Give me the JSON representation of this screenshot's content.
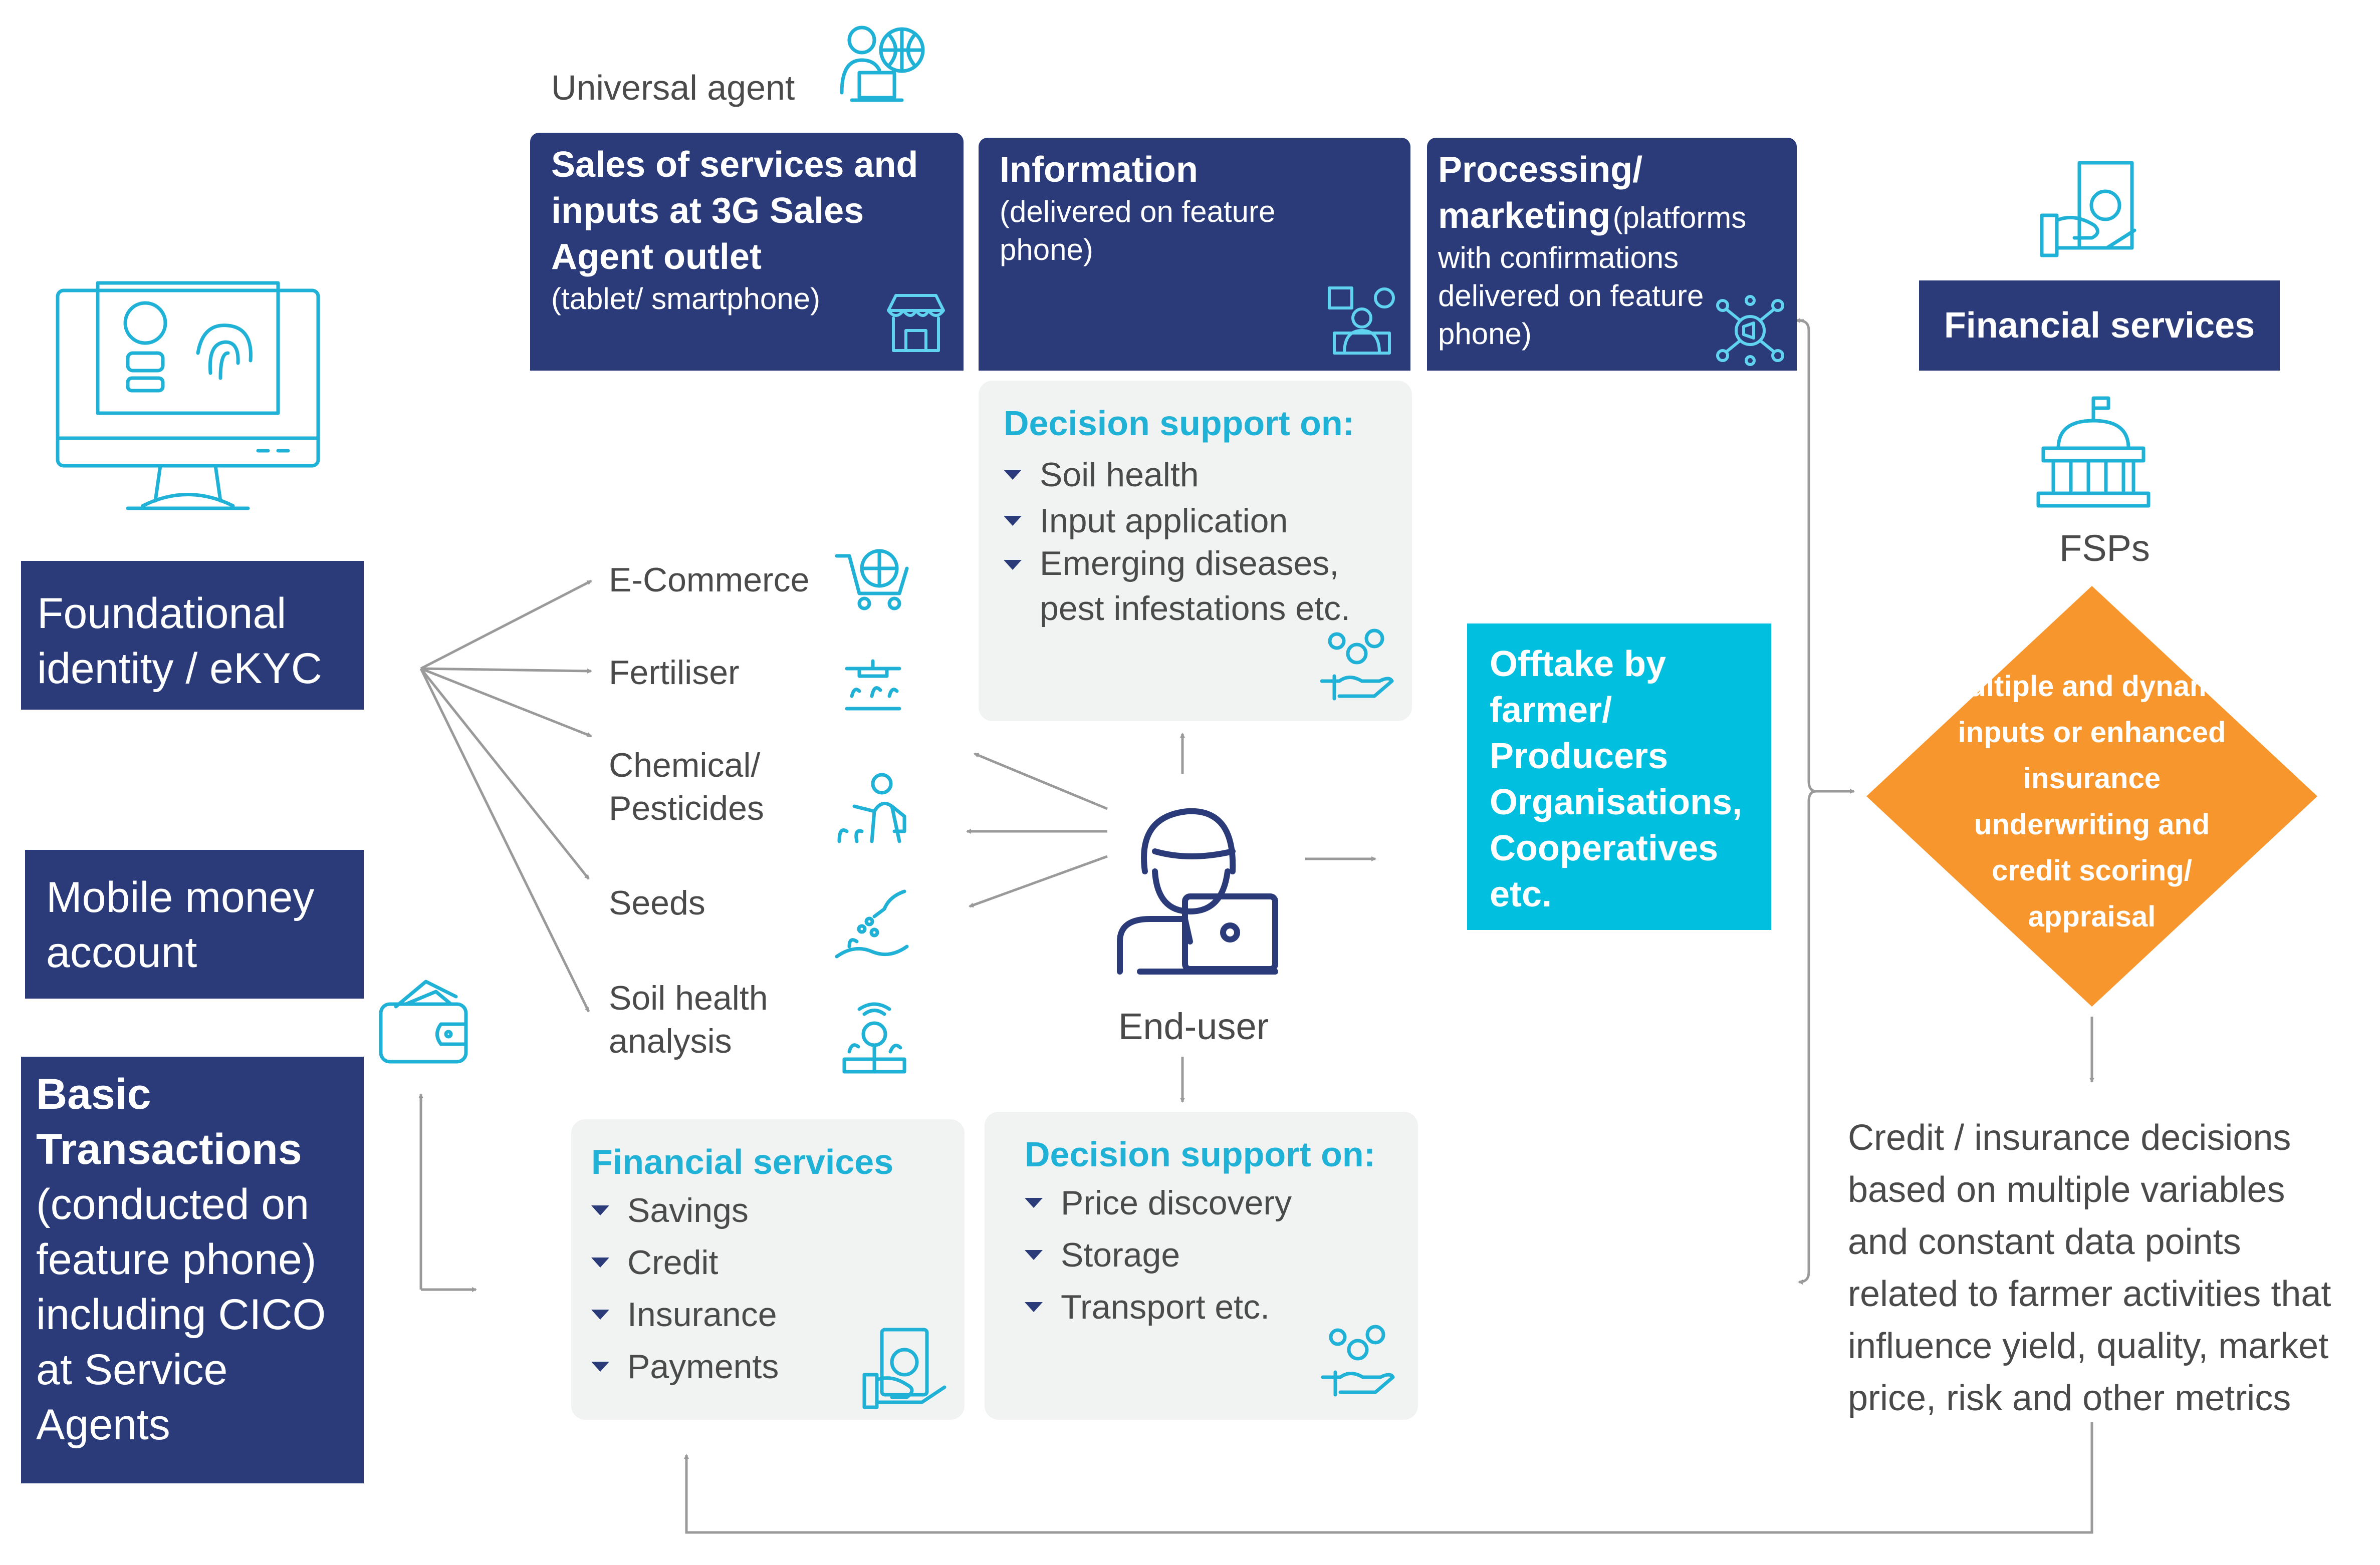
{
  "universal_agent": {
    "label": "Universal agent"
  },
  "top_boxes": {
    "sales": {
      "title": "Sales of services and inputs at 3G Sales Agent outlet",
      "subtitle": "(tablet/ smartphone)"
    },
    "information": {
      "title": "Information",
      "subtitle": "(delivered on feature phone)"
    },
    "processing": {
      "title": "Processing/ marketing",
      "subtitle": "(platforms with confirmations delivered on feature phone)"
    }
  },
  "left_boxes": {
    "identity": "Foundational identity / eKYC",
    "mobile_money": "Mobile money account",
    "basic_title": "Basic Transactions",
    "basic_body": "(conducted on feature phone) including CICO at Service Agents"
  },
  "inputs": [
    {
      "label": "E-Commerce",
      "icon": "cart-globe-icon"
    },
    {
      "label": "Fertiliser",
      "icon": "drone-plants-icon"
    },
    {
      "label": "Chemical/ Pesticides",
      "icon": "sprayer-person-icon"
    },
    {
      "label": "Seeds",
      "icon": "seed-sowing-icon"
    },
    {
      "label": "Soil health analysis",
      "icon": "soil-sensor-icon"
    }
  ],
  "decision_top": {
    "title": "Decision support on:",
    "items": [
      "Soil health",
      "Input application",
      "Emerging diseases, pest infestations etc."
    ]
  },
  "financial_card": {
    "title": "Financial services",
    "items": [
      "Savings",
      "Credit",
      "Insurance",
      "Payments"
    ]
  },
  "decision_bottom": {
    "title": "Decision support on:",
    "items": [
      "Price discovery",
      "Storage",
      "Transport etc."
    ]
  },
  "end_user": {
    "label": "End-user"
  },
  "offtake": {
    "text": "Offtake by farmer/ Producers Organisations, Cooperatives etc."
  },
  "financial_services_header": {
    "label": "Financial services"
  },
  "fsps": {
    "label": "FSPs"
  },
  "diamond": {
    "text": "Multiple and dynamic inputs or enhanced insurance underwriting and credit scoring/ appraisal"
  },
  "credit_decisions": {
    "text": "Credit / insurance decisions based on multiple variables and constant data points related to farmer activities that influence yield, quality, market price, risk and other metrics"
  },
  "colors": {
    "navy": "#2b3b7a",
    "cyan": "#00bfdf",
    "orange": "#f7962d",
    "card_grey": "#f1f2f2",
    "accent_text": "#1fb1d6",
    "arrow_grey": "#9a9a9a"
  }
}
